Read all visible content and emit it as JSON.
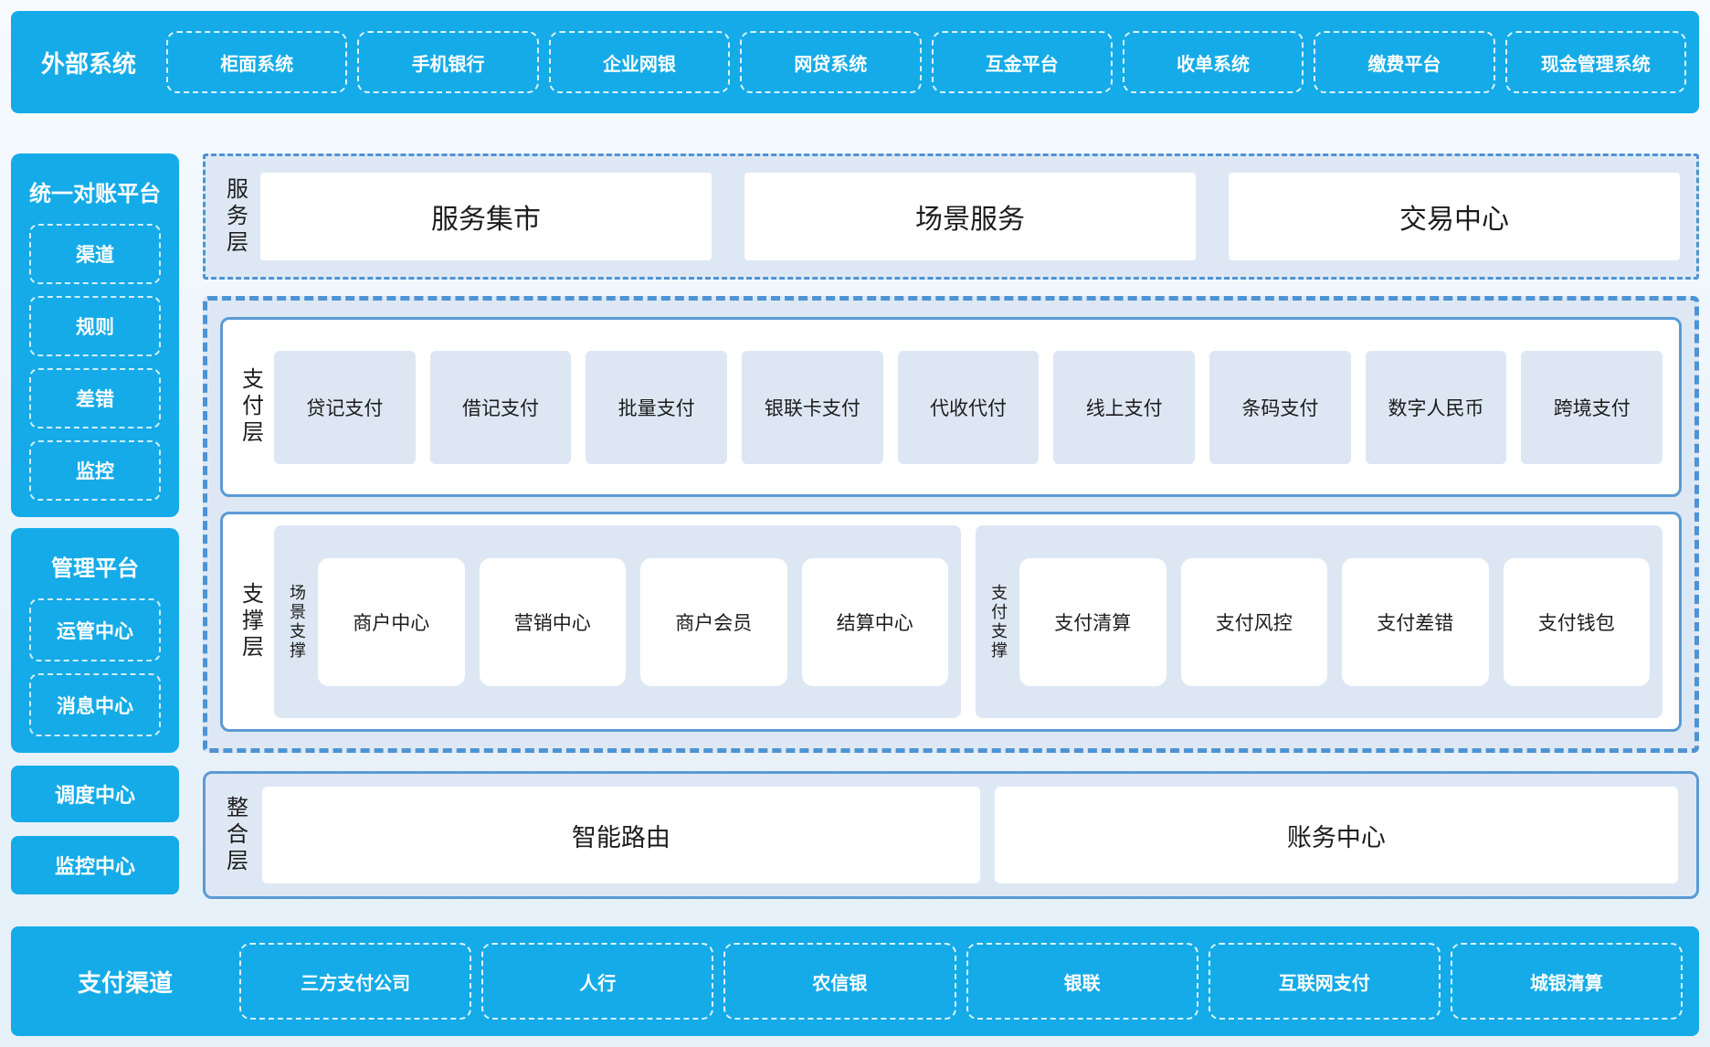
{
  "colors": {
    "primary_blue": "#14ABE8",
    "section_fill": "#DEE8F5",
    "section_border": "#4E93D3",
    "container_border": "#5B9BD5",
    "inner_box_fill": "#DDE7F4",
    "text_dark": "#1C1C1C",
    "text_light": "#FFFFFF"
  },
  "top_bar": {
    "title": "外部系统",
    "items": [
      "柜面系统",
      "手机银行",
      "企业网银",
      "网贷系统",
      "互金平台",
      "收单系统",
      "缴费平台",
      "现金管理系统"
    ]
  },
  "sidebar": {
    "sections": [
      {
        "title": "统一对账平台",
        "items": [
          "渠道",
          "规则",
          "差错",
          "监控"
        ]
      },
      {
        "title": "管理平台",
        "items": [
          "运管中心",
          "消息中心"
        ]
      }
    ],
    "solo_items": [
      "调度中心",
      "监控中心"
    ]
  },
  "layers": {
    "service": {
      "label": "服务层",
      "boxes": [
        "服务集市",
        "场景服务",
        "交易中心"
      ]
    },
    "payment": {
      "label": "支付层",
      "boxes": [
        "贷记支付",
        "借记支付",
        "批量支付",
        "银联卡支付",
        "代收代付",
        "线上支付",
        "条码支付",
        "数字人民币",
        "跨境支付"
      ]
    },
    "support": {
      "label": "支撑层",
      "groups": [
        {
          "label": "场景支撑",
          "boxes": [
            "商户中心",
            "营销中心",
            "商户会员",
            "结算中心"
          ]
        },
        {
          "label": "支付支撑",
          "boxes": [
            "支付清算",
            "支付风控",
            "支付差错",
            "支付钱包"
          ]
        }
      ]
    },
    "integration": {
      "label": "整合层",
      "boxes": [
        "智能路由",
        "账务中心"
      ]
    }
  },
  "bottom_bar": {
    "title": "支付渠道",
    "items": [
      "三方支付公司",
      "人行",
      "农信银",
      "银联",
      "互联网支付",
      "城银清算"
    ]
  }
}
